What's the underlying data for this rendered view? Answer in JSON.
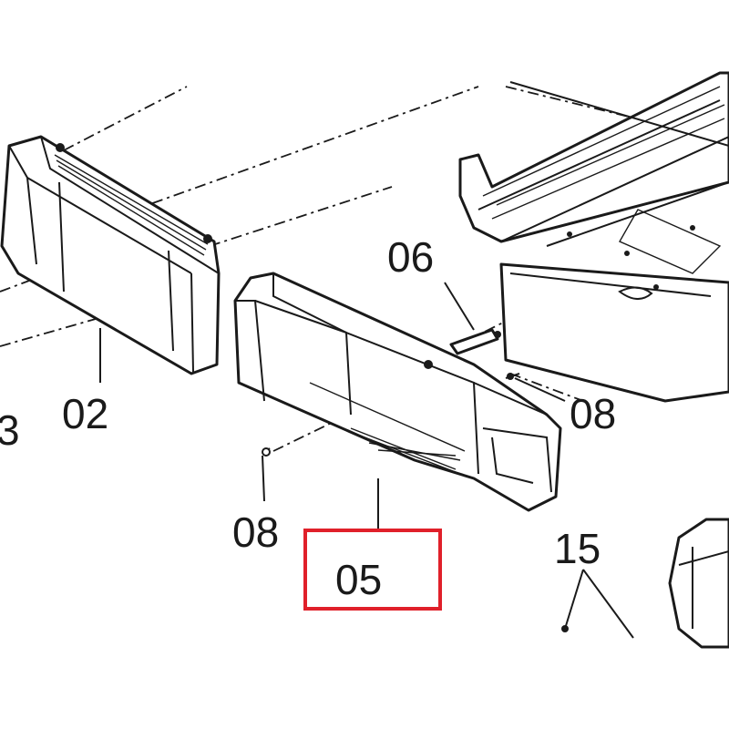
{
  "callouts": {
    "part_3": "3",
    "part_02": "02",
    "part_06": "06",
    "part_08_right": "08",
    "part_08_left": "08",
    "part_05": "05",
    "part_15": "15"
  },
  "highlight": {
    "target": "05",
    "color": "#e0202a"
  }
}
